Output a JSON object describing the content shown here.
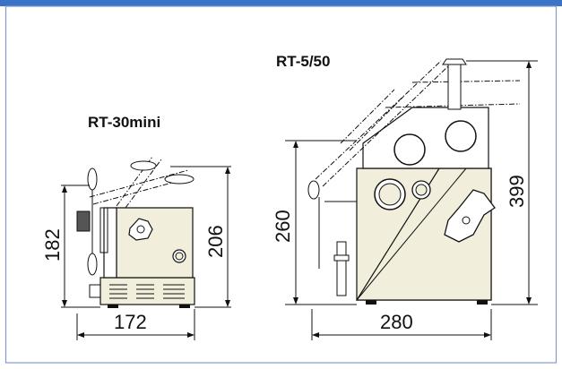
{
  "models": {
    "small": {
      "label": "RT-30mini",
      "width": "172",
      "height_left": "182",
      "height_right": "206"
    },
    "large": {
      "label": "RT-5/50",
      "height_left": "260",
      "height_right": "399",
      "width": "280"
    }
  },
  "colors": {
    "frame_top": "#3a73c8",
    "frame_border": "#7f9ccc",
    "body_fill": "#f2eedc",
    "line": "#111111"
  }
}
